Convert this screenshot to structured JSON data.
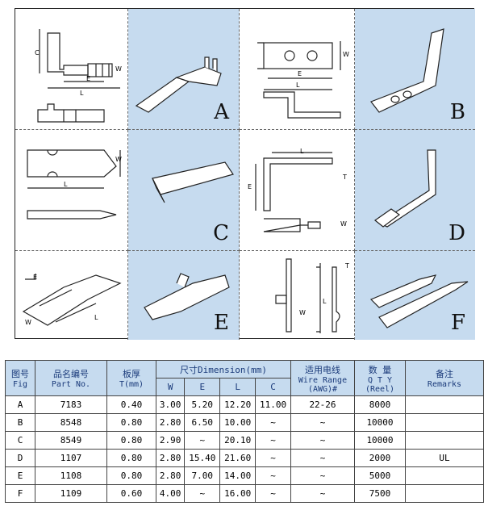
{
  "figures": {
    "A": {
      "letter": "A",
      "dim_labels": [
        "C",
        "W",
        "E",
        "L"
      ]
    },
    "B": {
      "letter": "B",
      "dim_labels": [
        "W",
        "E",
        "L"
      ]
    },
    "C": {
      "letter": "C",
      "dim_labels": [
        "W",
        "L"
      ]
    },
    "D": {
      "letter": "D",
      "dim_labels": [
        "L",
        "T",
        "E",
        "W"
      ]
    },
    "E": {
      "letter": "E",
      "dim_labels": [
        "E",
        "W",
        "L"
      ]
    },
    "F": {
      "letter": "F",
      "dim_labels": [
        "T",
        "W",
        "L"
      ]
    }
  },
  "table": {
    "headers": {
      "fig_cn": "图号",
      "fig_en": "Fig",
      "part_cn": "品名编号",
      "part_en": "Part No.",
      "thick_cn": "板厚",
      "thick_en": "T(mm)",
      "dim": "尺寸Dimension(mm)",
      "wire_cn": "适用电线",
      "wire_en1": "Wire Range",
      "wire_en2": "(AWG)#",
      "qty_cn": "数 量",
      "qty_en1": "Q T Y",
      "qty_en2": "(Reel)",
      "remarks_cn": "备注",
      "remarks_en": "Remarks",
      "w": "W",
      "e": "E",
      "l": "L",
      "c": "C"
    },
    "rows": [
      {
        "fig": "A",
        "part": "7183",
        "t": "0.40",
        "w": "3.00",
        "e": "5.20",
        "l": "12.20",
        "c": "11.00",
        "wire": "22-26",
        "qty": "8000",
        "remarks": ""
      },
      {
        "fig": "B",
        "part": "8548",
        "t": "0.80",
        "w": "2.80",
        "e": "6.50",
        "l": "10.00",
        "c": "~",
        "wire": "~",
        "qty": "10000",
        "remarks": ""
      },
      {
        "fig": "C",
        "part": "8549",
        "t": "0.80",
        "w": "2.90",
        "e": "~",
        "l": "20.10",
        "c": "~",
        "wire": "~",
        "qty": "10000",
        "remarks": ""
      },
      {
        "fig": "D",
        "part": "1107",
        "t": "0.80",
        "w": "2.80",
        "e": "15.40",
        "l": "21.60",
        "c": "~",
        "wire": "~",
        "qty": "2000",
        "remarks": "UL"
      },
      {
        "fig": "E",
        "part": "1108",
        "t": "0.80",
        "w": "2.80",
        "e": "7.00",
        "l": "14.00",
        "c": "~",
        "wire": "~",
        "qty": "5000",
        "remarks": ""
      },
      {
        "fig": "F",
        "part": "1109",
        "t": "0.60",
        "w": "4.00",
        "e": "~",
        "l": "16.00",
        "c": "~",
        "wire": "~",
        "qty": "7500",
        "remarks": ""
      }
    ]
  }
}
